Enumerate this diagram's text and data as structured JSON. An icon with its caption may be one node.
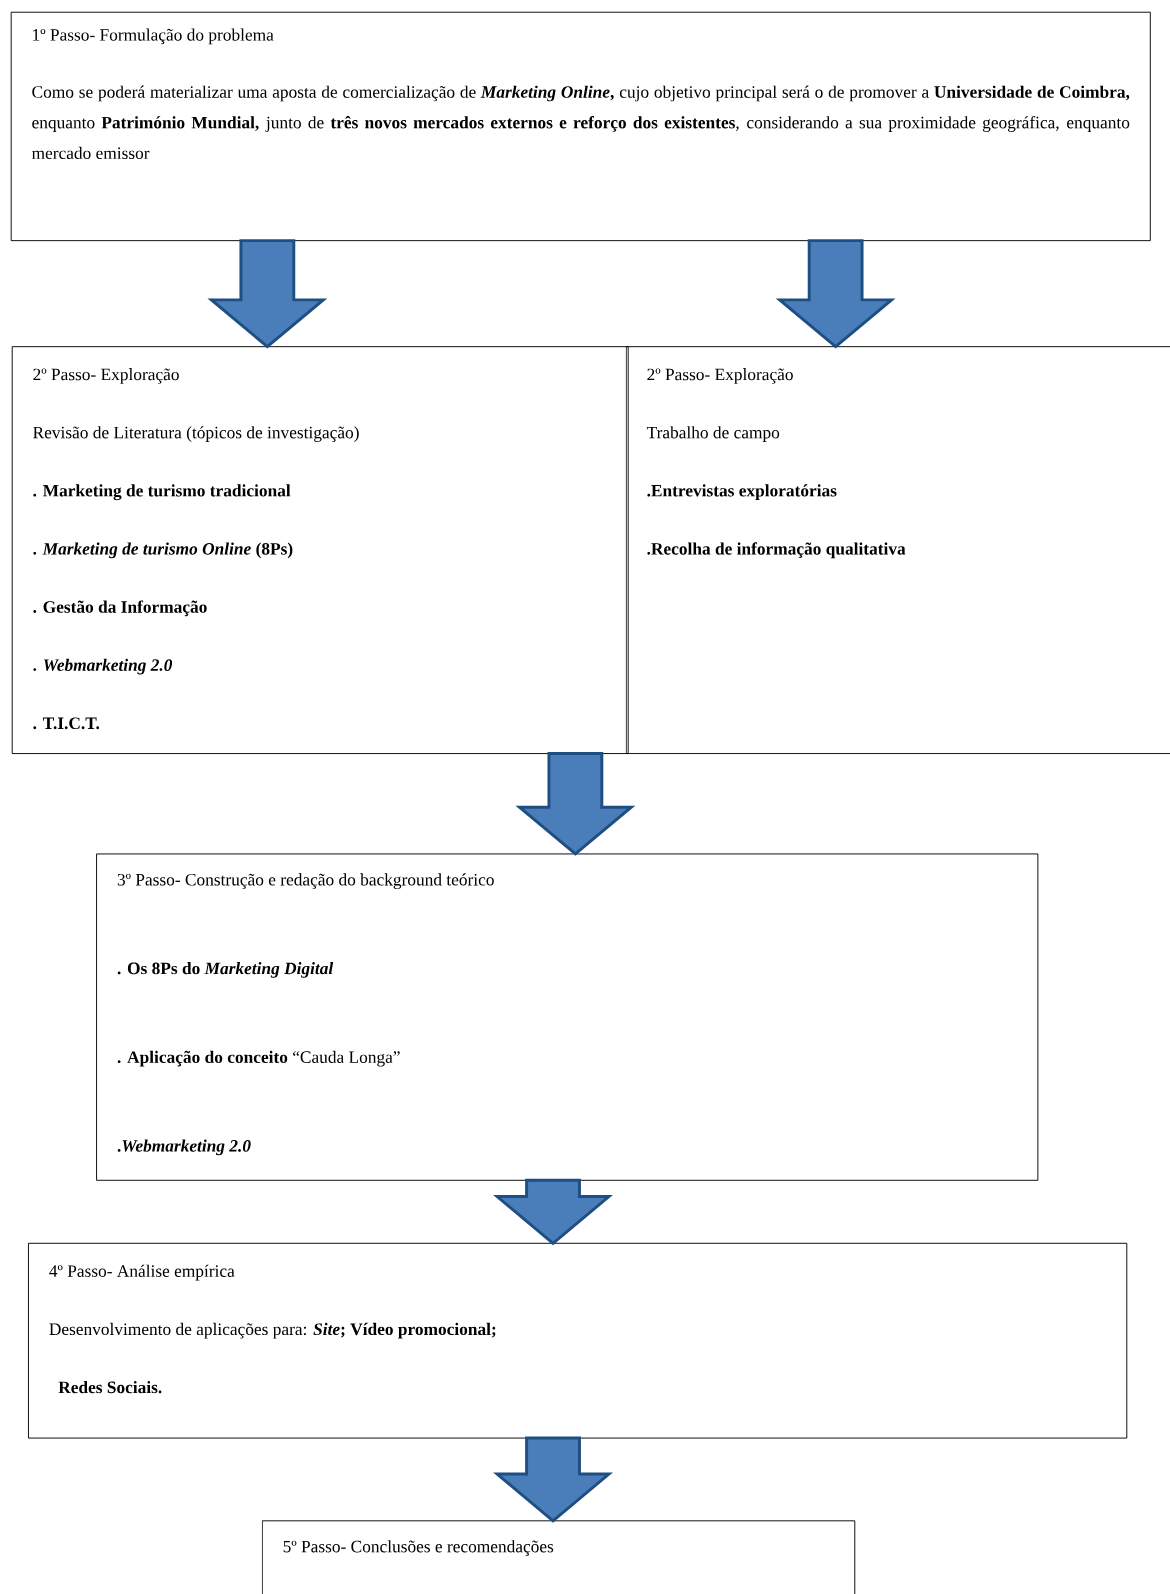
{
  "diagram": {
    "nodes": [
      {
        "text": [
          "1º Passo- Formulação do problema",
          "Como se poderá materializar uma aposta de comercialização de ***Marketing Online*,** cujo objetivo principal será o de promover a **Universidade de Coimbra,** enquanto **Património Mundial,** junto de **três novos mercados externos e reforço dos existentes**, considerando a sua proximidade geográfica, enquanto mercado emissor"
        ]
      },
      {
        "text": [
          "2º Passo- Exploração",
          "Revisão de Literatura (tópicos de investigação)",
          ". Marketing de turismo tradicional",
          ". *Marketing de turismo Online* (8Ps)",
          ". Gestão da Informação",
          ". *Webmarketing 2.0*",
          ". T.I.C.T."
        ]
      },
      {
        "text": [
          "2º Passo- Exploração",
          "Trabalho de campo",
          ".Entrevistas exploratórias",
          ".Recolha de informação qualitativa"
        ]
      },
      {
        "text": [
          "3º Passo- Construção e redação do background teórico",
          ". Os 8Ps do *Marketing Digital*",
          "**. Aplicação do conceito** “Cauda Longa”",
          ".*Webmarketing 2.0*"
        ]
      },
      {
        "text": [
          "4º Passo- Análise empírica",
          "Desenvolvimento de aplicações para: ***Site*;** **Vídeo promocional;**",
          "Redes Sociais."
        ]
      },
      {
        "text": [
          "5º Passo- Conclusões e recomendações"
        ]
      }
    ],
    "edges": [
      {
        "from": 0,
        "to": 1,
        "arrow": "to"
      },
      {
        "from": 0,
        "to": 2,
        "arrow": "to"
      },
      {
        "from": 1,
        "to": 3,
        "arrow": "to"
      },
      {
        "from": 3,
        "to": 4,
        "arrow": "to"
      },
      {
        "from": 4,
        "to": 5,
        "arrow": "to"
      }
    ]
  }
}
